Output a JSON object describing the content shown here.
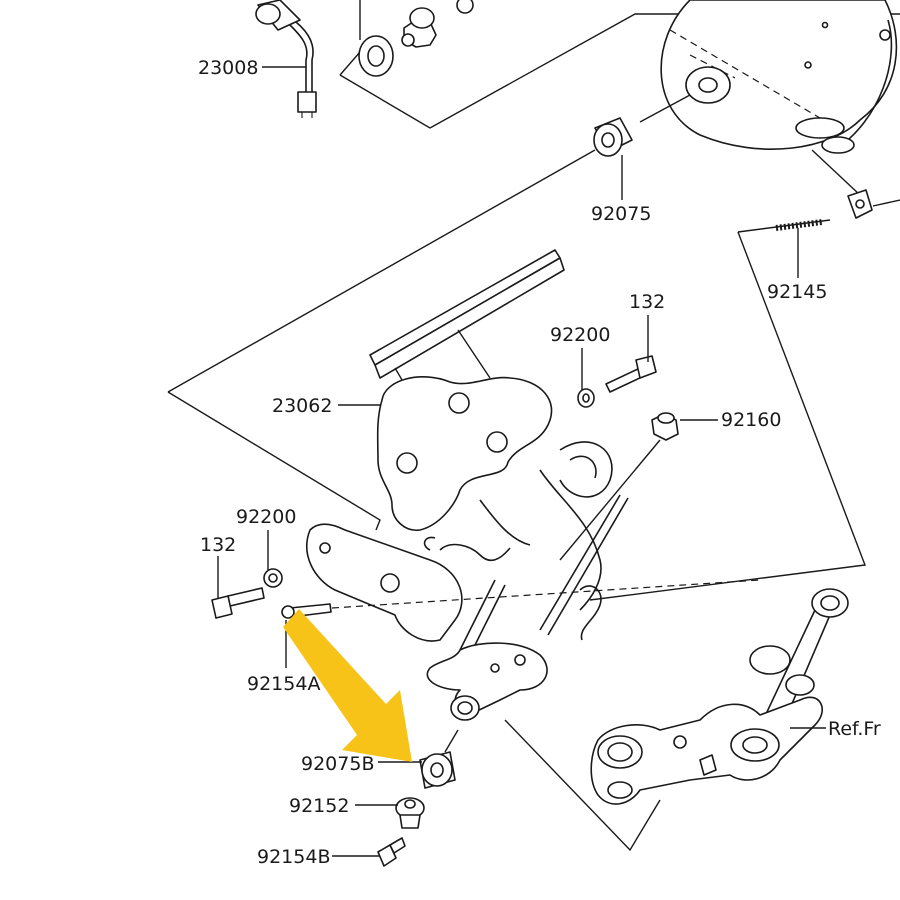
{
  "labels": {
    "p23008": "23008",
    "p92075": "92075",
    "p92145": "92145",
    "p132_top": "132",
    "p92200_top": "92200",
    "p23062": "23062",
    "p92160": "92160",
    "p92200_left": "92200",
    "p132_left": "132",
    "p92154A": "92154A",
    "p92075B": "92075B",
    "p92152": "92152",
    "p92154B": "92154B",
    "ref_frame": "Ref.Fr"
  },
  "colors": {
    "line": "#1a1a1a",
    "background": "#ffffff",
    "highlight_arrow": "#f7c318"
  }
}
